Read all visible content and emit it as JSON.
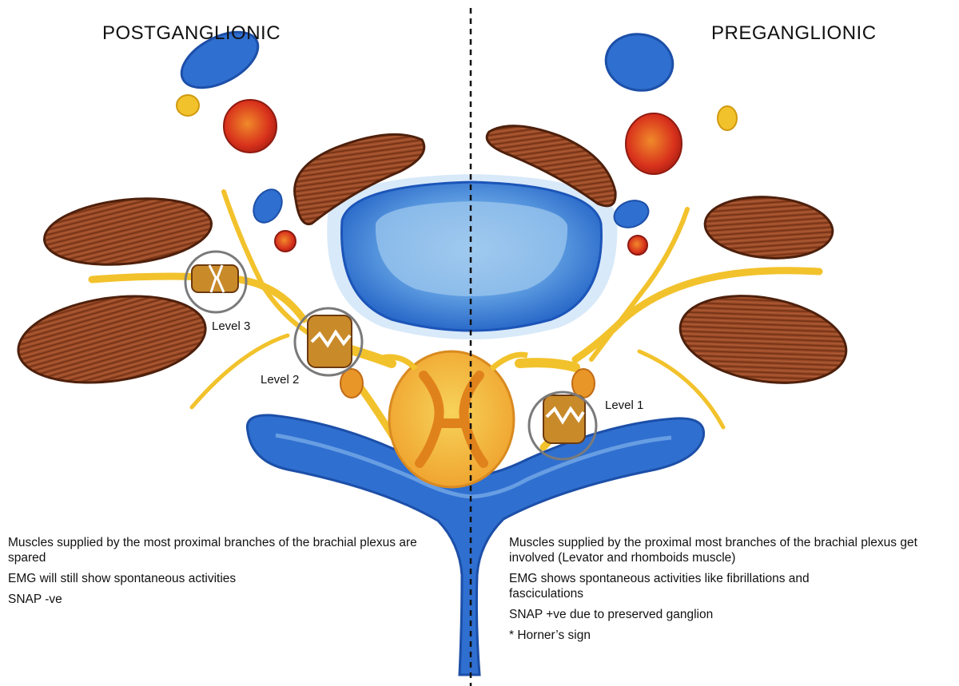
{
  "headings": {
    "left": "POSTGANGLIONIC",
    "right": "PREGANGLIONIC"
  },
  "levels": {
    "level1": "Level 1",
    "level2": "Level 2",
    "level3": "Level 3"
  },
  "notes": {
    "left": [
      "Muscles supplied by the most proximal branches of the brachial plexus are spared",
      "EMG will still show spontaneous activities",
      "SNAP -ve"
    ],
    "right": [
      "Muscles supplied by the proximal most branches of the brachial plexus get involved (Levator and rhomboids muscle)",
      "EMG shows spontaneous activities like fibrillations and fasciculations",
      "SNAP +ve due to preserved ganglion",
      "* Horner’s sign"
    ]
  },
  "colors": {
    "vessel_blue": "#2f6fd0",
    "artery_red": "#d8321c",
    "muscle_brown": "#8a3f20",
    "nerve_yellow": "#f2c22c",
    "cord_orange": "#f3b23a",
    "lesion_circle": "#7a7a7a"
  }
}
